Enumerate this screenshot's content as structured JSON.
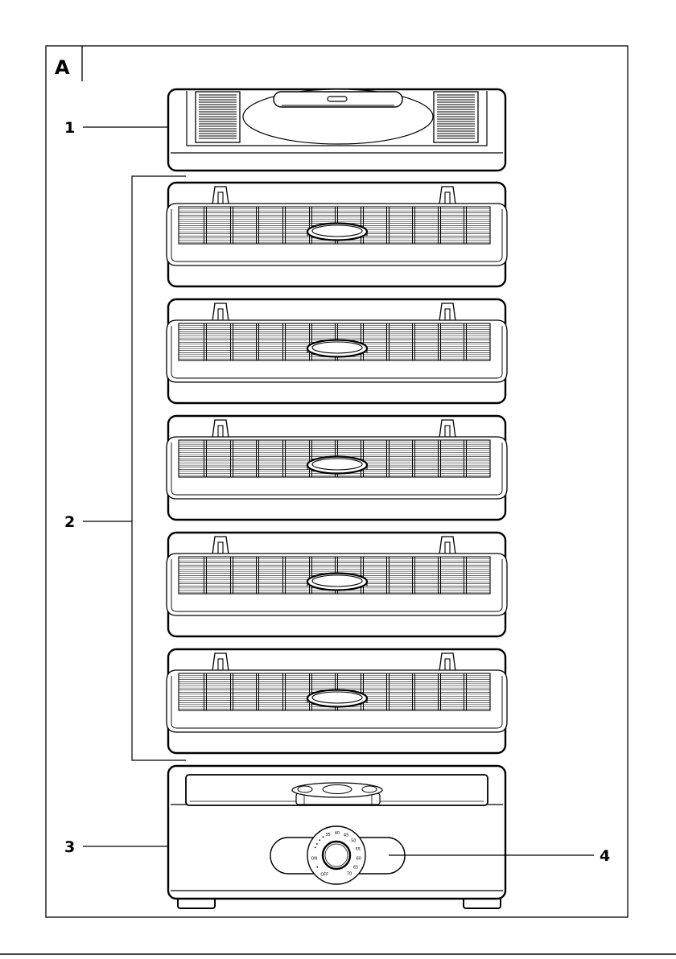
{
  "figure": {
    "letter": "A",
    "callouts": [
      "1",
      "2",
      "3",
      "4"
    ]
  },
  "dial": {
    "on_label": "ON",
    "off_label": "OFF",
    "scale": [
      "35",
      "40",
      "45",
      "50",
      "55",
      "60",
      "65",
      "70"
    ]
  }
}
